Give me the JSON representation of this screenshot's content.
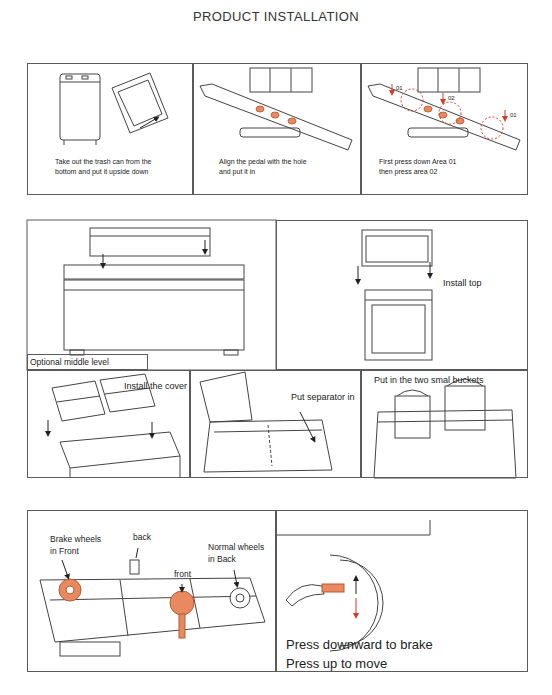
{
  "diagram": {
    "title": "PRODUCT INSTALLATION",
    "nodes": [
      {
        "text": [
          "Take out the trash can from the bottom and put it upside down"
        ]
      },
      {
        "text": [
          "Align the pedal with the hole and put it in"
        ]
      },
      {
        "text": [
          "First press down Area 01 then press area 02",
          "01",
          "02",
          "01"
        ]
      },
      {
        "text": [
          "Optional middle level"
        ]
      },
      {
        "text": [
          "Install top"
        ]
      },
      {
        "text": [
          "Install the cover"
        ]
      },
      {
        "text": [
          "Put separator in"
        ]
      },
      {
        "text": [
          "Put in the two smal buckets"
        ]
      },
      {
        "text": [
          "Brake wheels in Front",
          "back",
          "front",
          "Normal wheels in Back"
        ]
      },
      {
        "text": [
          "Press downward to brake",
          "Press up to move"
        ]
      }
    ]
  }
}
